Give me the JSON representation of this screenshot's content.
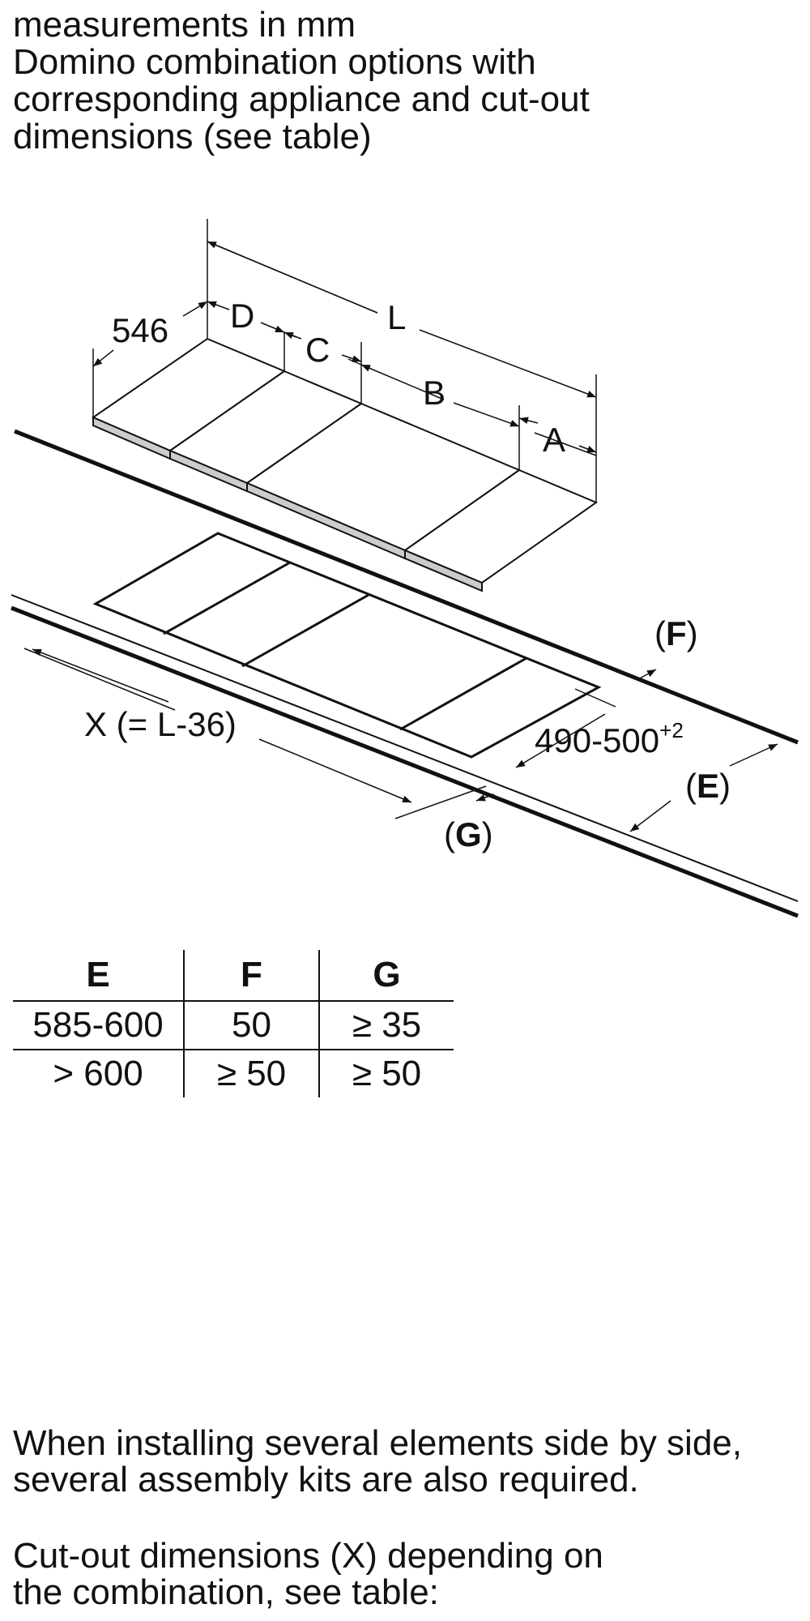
{
  "intro": {
    "line1": "measurements in mm",
    "line2": "Domino combination options with",
    "line3": "corresponding appliance and cut-out",
    "line4": "dimensions (see table)"
  },
  "diagram": {
    "labels": {
      "depth": "546",
      "D": "D",
      "C": "C",
      "L": "L",
      "B": "B",
      "A": "A",
      "F_open": "(",
      "F": "F",
      "F_close": ")",
      "X": "X (= L-36)",
      "cutout_depth": "490-500",
      "cutout_tol": "+2",
      "E_open": "(",
      "E": "E",
      "E_close": ")",
      "G_open": "(",
      "G": "G",
      "G_close": ")"
    }
  },
  "table": {
    "headers": [
      "E",
      "F",
      "G"
    ],
    "rows": [
      [
        "585-600",
        "50",
        "≥ 35"
      ],
      [
        "> 600",
        "≥ 50",
        "≥ 50"
      ]
    ]
  },
  "notes": {
    "note1_line1": "When installing several elements side by side,",
    "note1_line2": "several assembly kits are also required.",
    "note2_line1": "Cut-out dimensions (X) depending on",
    "note2_line2": "the combination, see table:"
  }
}
